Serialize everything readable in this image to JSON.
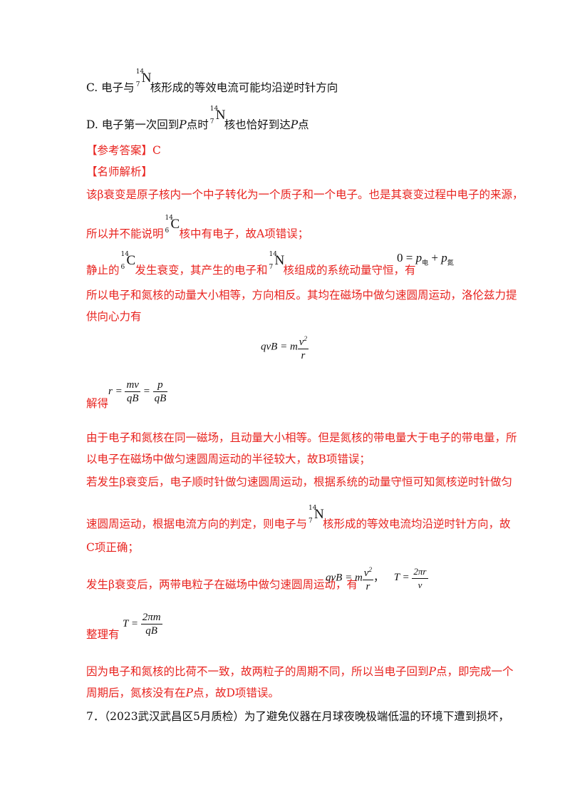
{
  "option_c": {
    "label": "C.",
    "pre": "电子与",
    "post": "核形成的等效电流可能均沿逆时针方向"
  },
  "option_d": {
    "label": "D.",
    "pre": "电子第一次回到",
    "p1": "P",
    "mid": "点时",
    "mid2": "核也恰好到达",
    "p2": "P",
    "end": "点"
  },
  "answer": {
    "header": "【参考答案】",
    "value": "C"
  },
  "analysis_header": "【名师解析】",
  "nuclides": {
    "n": {
      "a": "14",
      "z": "7",
      "s": "N"
    },
    "c": {
      "a": "14",
      "z": "6",
      "s": "C"
    }
  },
  "para1": {
    "line1": "该β衰变是原子核内一个中子转化为一个质子和一个电子。也是其衰变过程中电子的来源，",
    "line2_pre": "所以并不能说明",
    "line2_post": "核中有电子，故A项错误；"
  },
  "para2": {
    "pre": "静止的",
    "mid": "发生衰变，其产生的电子和",
    "post": "核组成的系统动量守恒，有",
    "eq_lhs": "0",
    "eq_p": "p",
    "sub1": "电",
    "sub2": "氮"
  },
  "para3": {
    "line1": "所以电子和氮核的动量大小相等，方向相反。其均在磁场中做匀速圆周运动，洛伦兹力提",
    "line2": "供向心力有"
  },
  "eq_main": {
    "lhs": "qvB = m",
    "num": "v",
    "den": "r"
  },
  "solve": {
    "label": "解得",
    "r": "r =",
    "num1": "mv",
    "den1": "qB",
    "num2": "p",
    "den2": "qB"
  },
  "para4": {
    "line1": "由于电子和氮核在同一磁场，且动量大小相等。但是氮核的带电量大于电子的带电量，所",
    "line2": "以电子在磁场中做匀速圆周运动的半径较大，故B项错误；"
  },
  "para5": {
    "line1": "若发生β衰变后，电子顺时针做匀速圆周运动，根据系统的动量守恒可知氮核逆时针做匀",
    "line2_pre": "速圆周运动，根据电流方向的判定，则电子与",
    "line2_post": "核形成的等效电流均沿逆时针方向，故",
    "line3": "C项正确；"
  },
  "para6": {
    "text": "发生β衰变后，两带电粒子在磁场中做匀速圆周运动，有",
    "eq1_lhs": "qvB = m",
    "eq1_num": "v",
    "eq1_den": "r",
    "comma": "，",
    "eq2_lhs": "T =",
    "eq2_num": "2πr",
    "eq2_den": "v"
  },
  "para7": {
    "label": "整理有",
    "lhs": "T =",
    "num": "2πm",
    "den": "qB"
  },
  "para8": {
    "line1_a": "因为电子和氮核的比荷不一致，故两粒子的周期不同，所以当电子回到",
    "p1": "P",
    "line1_b": "点，即完成一个",
    "line2_a": "周期后，氮核没有在",
    "p2": "P",
    "line2_b": "点，故D项错误。"
  },
  "question7": "7．（2023武汉武昌区5月质检）为了避免仪器在月球夜晚极端低温的环境下遭到损坏，"
}
